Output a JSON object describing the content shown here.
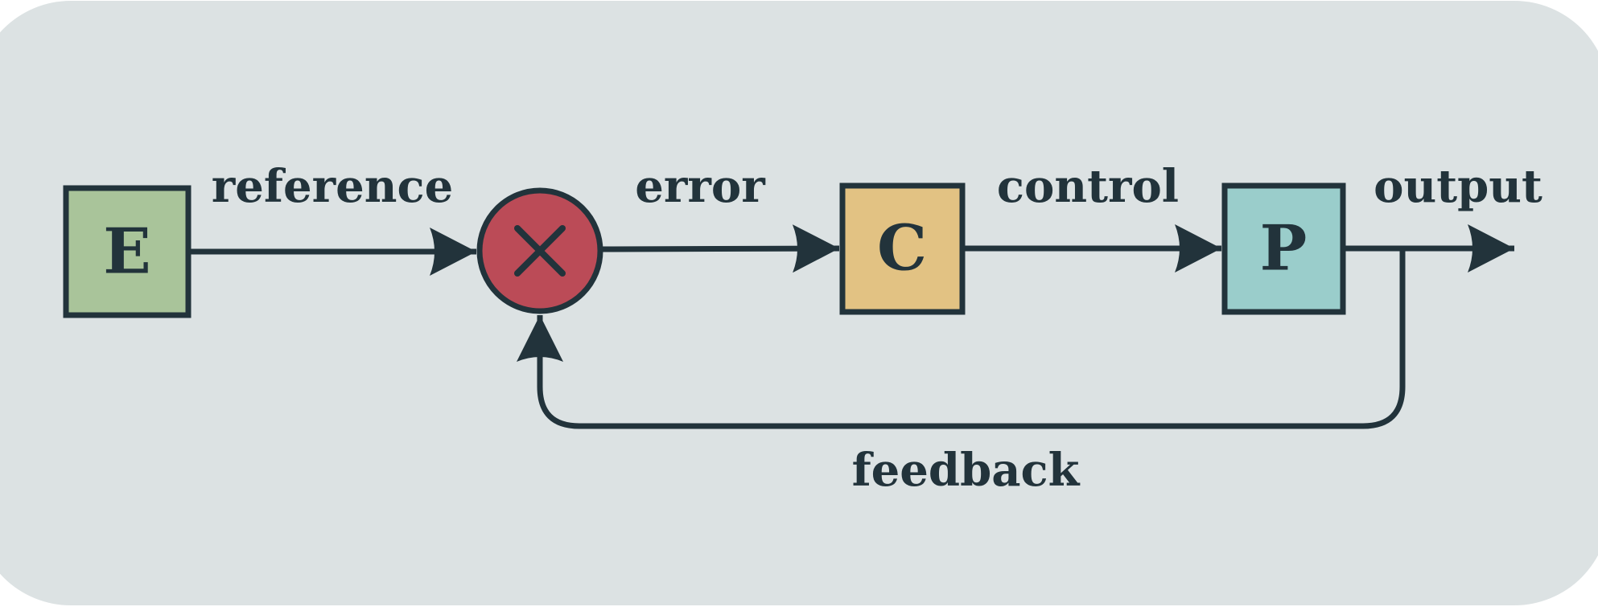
{
  "colors": {
    "background": "#dce2e3",
    "stroke": "#22333b",
    "block_e": "#a9c49a",
    "summing_junction": "#bb4b57",
    "block_c": "#e2c283",
    "block_p": "#9acdcb"
  },
  "blocks": {
    "e": {
      "label": "E"
    },
    "c": {
      "label": "C"
    },
    "p": {
      "label": "P"
    }
  },
  "junction": {
    "symbol": "multiply-icon"
  },
  "signals": {
    "reference": "reference",
    "error": "error",
    "control": "control",
    "output": "output",
    "feedback": "feedback"
  }
}
